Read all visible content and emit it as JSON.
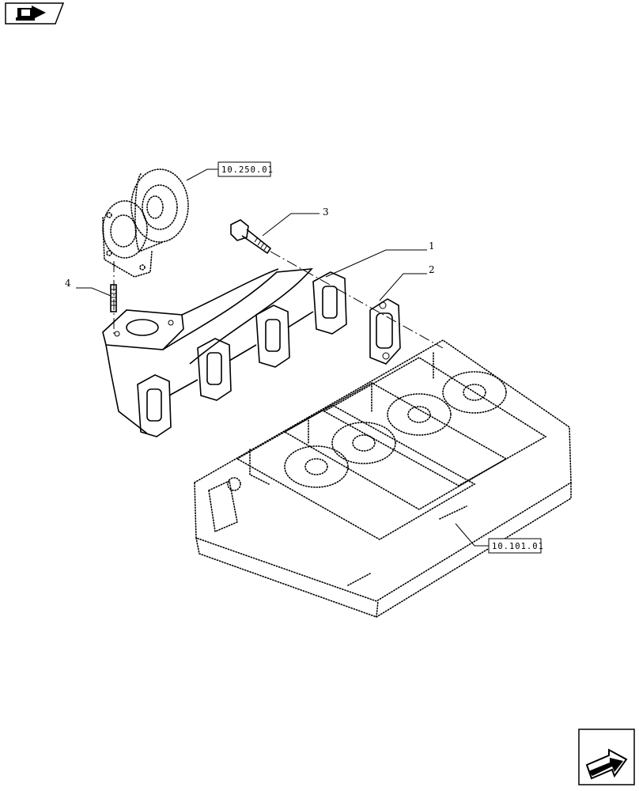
{
  "top_nav": {
    "icon": "back-hand-arrow-icon"
  },
  "bottom_nav": {
    "icon": "forward-hand-arrow-icon"
  },
  "callouts": [
    {
      "number": "1"
    },
    {
      "number": "2"
    },
    {
      "number": "3"
    },
    {
      "number": "4"
    }
  ],
  "references": {
    "turbocharger": "10.250.01",
    "cylinder_head": "10.101.01"
  }
}
